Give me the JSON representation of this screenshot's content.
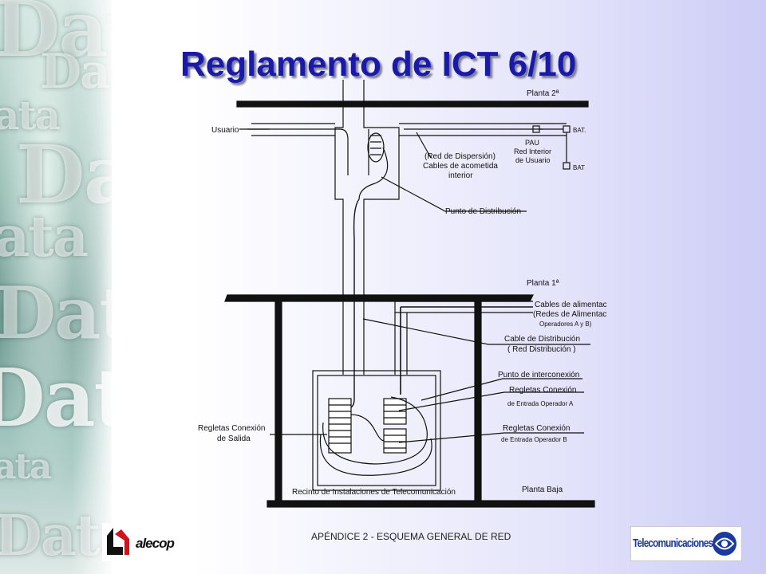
{
  "slide": {
    "title": "Reglamento de ICT 6/10",
    "footer_caption": "APÉNDICE 2 - ESQUEMA GENERAL DE RED"
  },
  "sidebar": {
    "decorative_words": [
      "Data",
      "Data",
      "ata",
      "Da",
      "ata",
      "Data",
      "Data",
      "ata",
      "Data"
    ]
  },
  "diagram": {
    "labels": {
      "planta_2": "Planta 2ª",
      "planta_1": "Planta 1ª",
      "planta_baja": "Planta Baja",
      "usuario": "Usuario",
      "bat_1": "BAT.",
      "bat_2": "BAT",
      "pau": "PAU",
      "red_interior_1": "Red Interior",
      "red_interior_2": "de Usuario",
      "red_dispersion": "(Red de Dispersión)",
      "cables_acometida_1": "Cables de acometida",
      "cables_acometida_2": "interior",
      "punto_distribucion": "Punto de Distribución",
      "cables_alimentacion": "Cables de alimentación",
      "redes_alimentacion": "(Redes de Alimentación",
      "operadores": "Operadores A y B)",
      "cable_distribucion": "Cable de Distribución",
      "red_distribucion": "( Red Distribución )",
      "punto_interconexion": "Punto de interconexión",
      "regletas_a_1": "Regletas Conexión",
      "regletas_a_2": "de Entrada Operador A",
      "regletas_b_1": "Regletas Conexión",
      "regletas_b_2": "de Entrada Operador B",
      "regletas_salida_1": "Regletas Conexión",
      "regletas_salida_2": "de Salida",
      "recinto": "Recinto de Instalaciones de Telecomunicación"
    }
  },
  "logos": {
    "left": "alecop",
    "right": "Telecomunicaciones"
  },
  "colors": {
    "title": "#1a1aa8",
    "lines": "#111111"
  }
}
